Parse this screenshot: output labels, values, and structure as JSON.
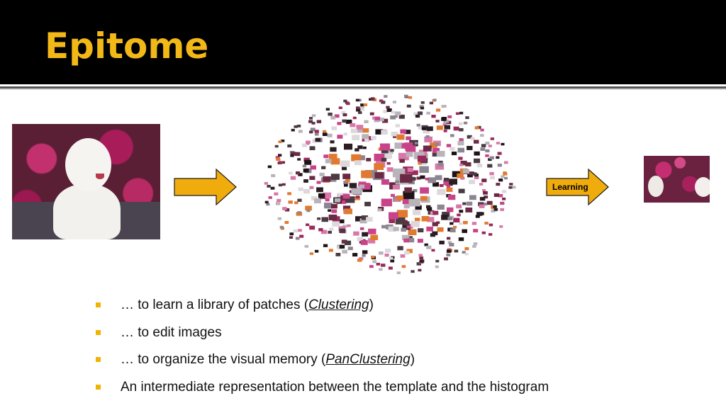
{
  "slide": {
    "title": "Epitome",
    "arrow_label": "Learning",
    "bullets": [
      {
        "text": "… to learn a library of patches (",
        "emphasis": "Clustering",
        "suffix": ")"
      },
      {
        "text": "… to edit images",
        "emphasis": "",
        "suffix": ""
      },
      {
        "text": "… to organize the visual memory (",
        "emphasis": "PanClustering",
        "suffix": ")"
      },
      {
        "text": "An intermediate representation between the template and the histogram",
        "emphasis": "",
        "suffix": ""
      }
    ]
  },
  "colors": {
    "header_bg": "#000000",
    "title": "#f2b818",
    "arrow_fill": "#f0ac0c",
    "bullet_marker": "#f0b400",
    "text": "#111111"
  },
  "icons": {
    "arrows": [
      "right-arrow-icon",
      "right-arrow-icon"
    ],
    "bullet": "square-bullet-icon"
  }
}
